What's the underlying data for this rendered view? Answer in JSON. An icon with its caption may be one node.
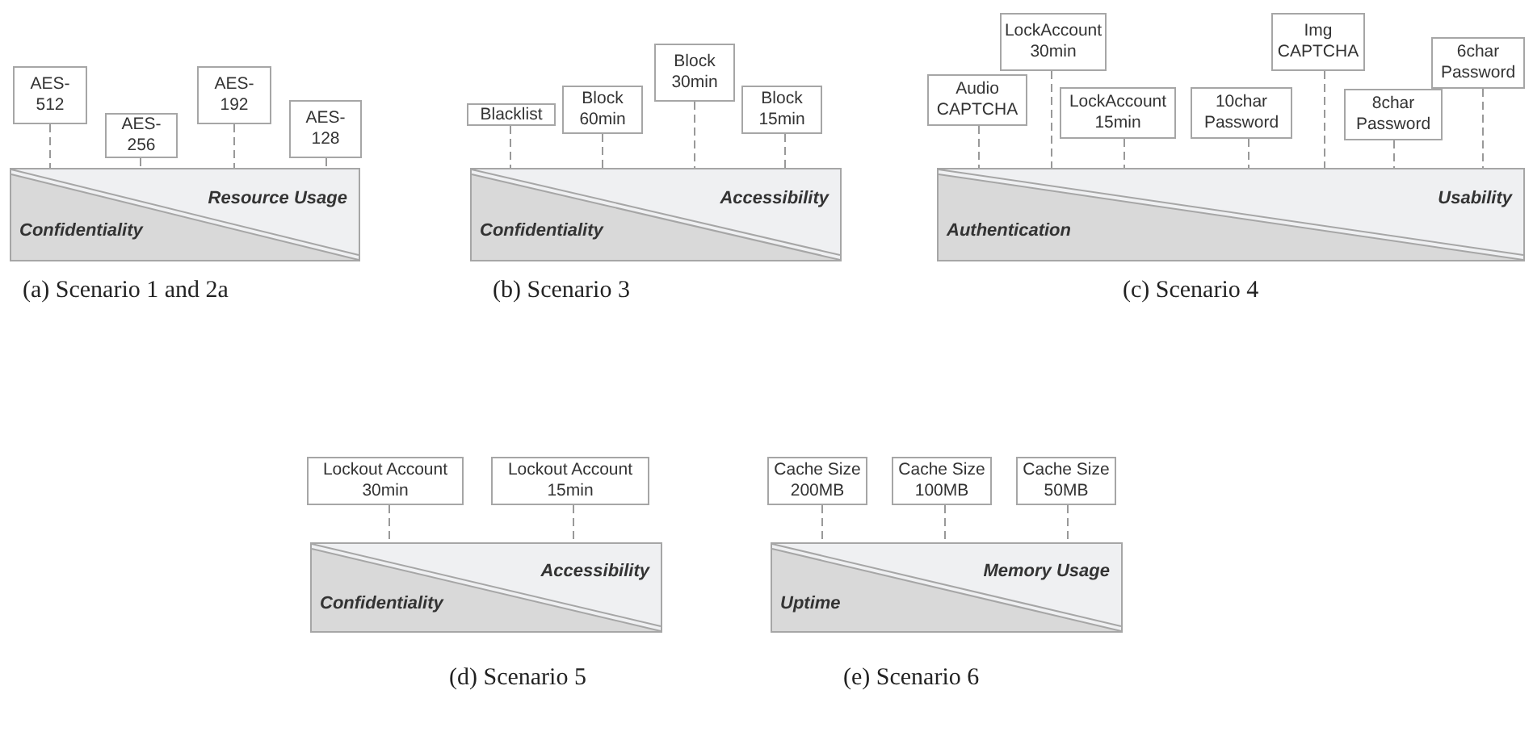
{
  "diagram": {
    "nodes": [
      {
        "text": [
          "AES-512"
        ]
      },
      {
        "text": [
          "AES-256"
        ]
      },
      {
        "text": [
          "AES-192"
        ]
      },
      {
        "text": [
          "AES-128"
        ]
      },
      {
        "text": [
          "Confidentiality",
          "Resource Usage"
        ]
      },
      {
        "text": [
          "Blacklist"
        ]
      },
      {
        "text": [
          "Block 60min"
        ]
      },
      {
        "text": [
          "Block 30min"
        ]
      },
      {
        "text": [
          "Block 15min"
        ]
      },
      {
        "text": [
          "Confidentiality",
          "Accessibility"
        ]
      },
      {
        "text": [
          "Audio CAPTCHA"
        ]
      },
      {
        "text": [
          "LockAccount 30min"
        ]
      },
      {
        "text": [
          "LockAccount 15min"
        ]
      },
      {
        "text": [
          "10char Password"
        ]
      },
      {
        "text": [
          "Img CAPTCHA"
        ]
      },
      {
        "text": [
          "8char Password"
        ]
      },
      {
        "text": [
          "6char Password"
        ]
      },
      {
        "text": [
          "Authentication",
          "Usability"
        ]
      },
      {
        "text": [
          "Lockout Account 30min"
        ]
      },
      {
        "text": [
          "Lockout Account 15min"
        ]
      },
      {
        "text": [
          "Confidentiality",
          "Accessibility"
        ]
      },
      {
        "text": [
          "Cache Size 200MB"
        ]
      },
      {
        "text": [
          "Cache Size 100MB"
        ]
      },
      {
        "text": [
          "Cache Size 50MB"
        ]
      },
      {
        "text": [
          "Uptime",
          "Memory Usage"
        ]
      }
    ],
    "edges": [
      {
        "from": 0,
        "to": 4,
        "arrow": "none",
        "style": "dashed"
      },
      {
        "from": 1,
        "to": 4,
        "arrow": "none",
        "style": "dashed"
      },
      {
        "from": 2,
        "to": 4,
        "arrow": "none",
        "style": "dashed"
      },
      {
        "from": 3,
        "to": 4,
        "arrow": "none",
        "style": "dashed"
      },
      {
        "from": 5,
        "to": 9,
        "arrow": "none",
        "style": "dashed"
      },
      {
        "from": 6,
        "to": 9,
        "arrow": "none",
        "style": "dashed"
      },
      {
        "from": 7,
        "to": 9,
        "arrow": "none",
        "style": "dashed"
      },
      {
        "from": 8,
        "to": 9,
        "arrow": "none",
        "style": "dashed"
      },
      {
        "from": 10,
        "to": 17,
        "arrow": "none",
        "style": "dashed"
      },
      {
        "from": 11,
        "to": 17,
        "arrow": "none",
        "style": "dashed"
      },
      {
        "from": 12,
        "to": 17,
        "arrow": "none",
        "style": "dashed"
      },
      {
        "from": 13,
        "to": 17,
        "arrow": "none",
        "style": "dashed"
      },
      {
        "from": 14,
        "to": 17,
        "arrow": "none",
        "style": "dashed"
      },
      {
        "from": 15,
        "to": 17,
        "arrow": "none",
        "style": "dashed"
      },
      {
        "from": 16,
        "to": 17,
        "arrow": "none",
        "style": "dashed"
      },
      {
        "from": 18,
        "to": 20,
        "arrow": "none",
        "style": "dashed"
      },
      {
        "from": 19,
        "to": 20,
        "arrow": "none",
        "style": "dashed"
      },
      {
        "from": 21,
        "to": 24,
        "arrow": "none",
        "style": "dashed"
      },
      {
        "from": 22,
        "to": 24,
        "arrow": "none",
        "style": "dashed"
      },
      {
        "from": 23,
        "to": 24,
        "arrow": "none",
        "style": "dashed"
      }
    ],
    "labels": [
      "(a) Scenario 1 and 2a",
      "(b) Scenario 3",
      "(c) Scenario 4",
      "(d) Scenario 5",
      "(e) Scenario 6"
    ]
  }
}
